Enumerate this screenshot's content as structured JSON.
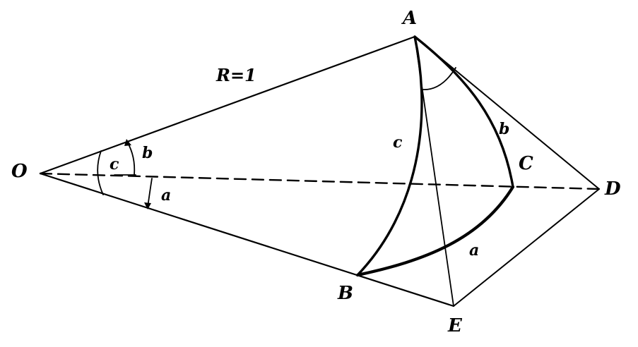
{
  "diagram": {
    "points": {
      "A": "A",
      "B": "B",
      "C": "C",
      "D": "D",
      "E": "E",
      "O": "O"
    },
    "radius_label": "R=1",
    "arc_labels": {
      "a": "a",
      "b": "b",
      "c": "c"
    },
    "angle_labels": {
      "a": "a",
      "b": "b",
      "c": "c"
    },
    "colors": {
      "ink": "#000000",
      "background": "#ffffff"
    }
  }
}
